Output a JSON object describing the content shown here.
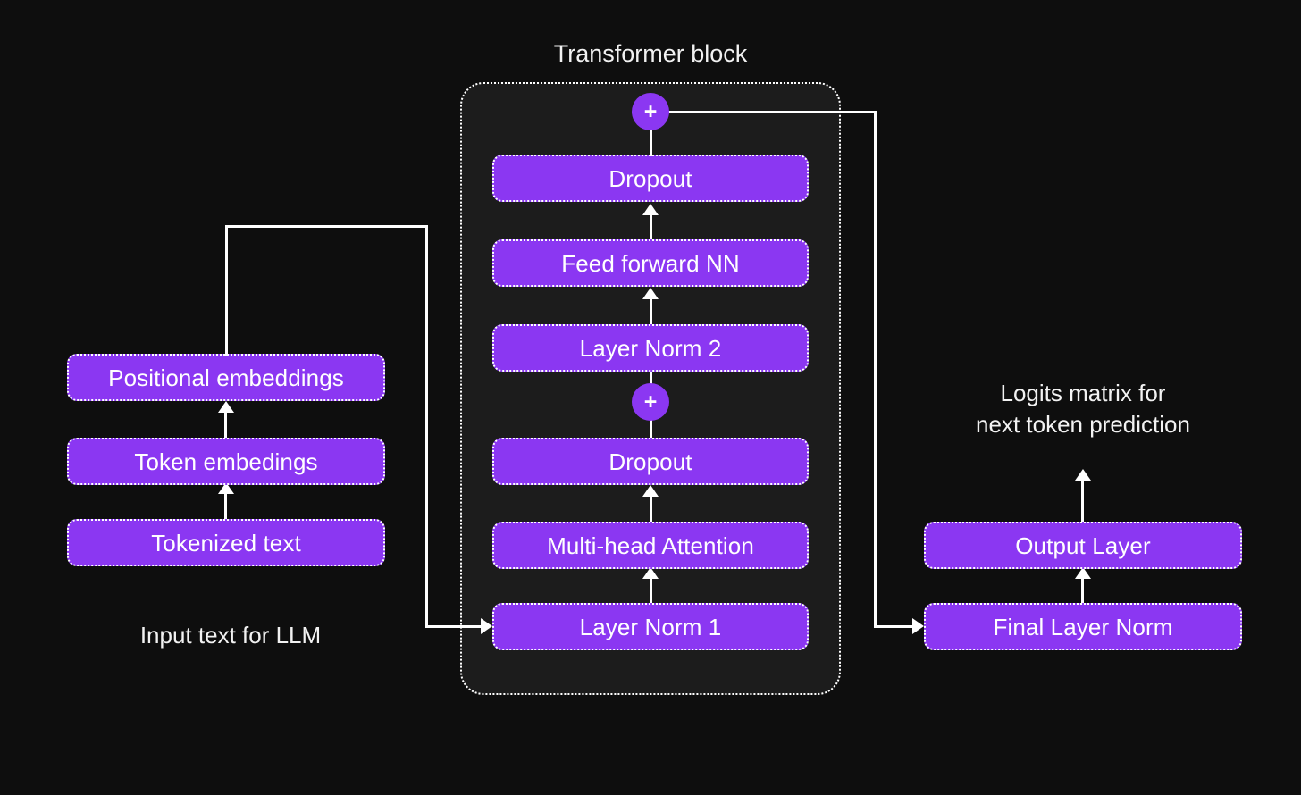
{
  "meta": {
    "background_color": "#0e0e0e",
    "node_color": "#8b37f2",
    "container_color": "#1c1c1c",
    "line_color": "#ffffff",
    "text_color": "#ffffff"
  },
  "titles": {
    "transformer_block": "Transformer block",
    "input_caption": "Input text for LLM",
    "logits_caption": "Logits matrix for\nnext token prediction"
  },
  "input_stack": {
    "nodes": [
      {
        "id": "tokenized-text",
        "label": "Tokenized text"
      },
      {
        "id": "token-embeddings",
        "label": "Token embedings"
      },
      {
        "id": "positional-embeddings",
        "label": "Positional embeddings"
      }
    ]
  },
  "transformer_block": {
    "nodes": [
      {
        "id": "layer-norm-1",
        "label": "Layer Norm 1"
      },
      {
        "id": "multi-head-attention",
        "label": "Multi-head Attention"
      },
      {
        "id": "dropout-1",
        "label": "Dropout"
      },
      {
        "id": "residual-add-1",
        "label": "+"
      },
      {
        "id": "layer-norm-2",
        "label": "Layer Norm 2"
      },
      {
        "id": "feed-forward-nn",
        "label": "Feed forward NN"
      },
      {
        "id": "dropout-2",
        "label": "Dropout"
      },
      {
        "id": "residual-add-2",
        "label": "+"
      }
    ]
  },
  "output_stack": {
    "nodes": [
      {
        "id": "final-layer-norm",
        "label": "Final Layer Norm"
      },
      {
        "id": "output-layer",
        "label": "Output Layer"
      }
    ]
  }
}
